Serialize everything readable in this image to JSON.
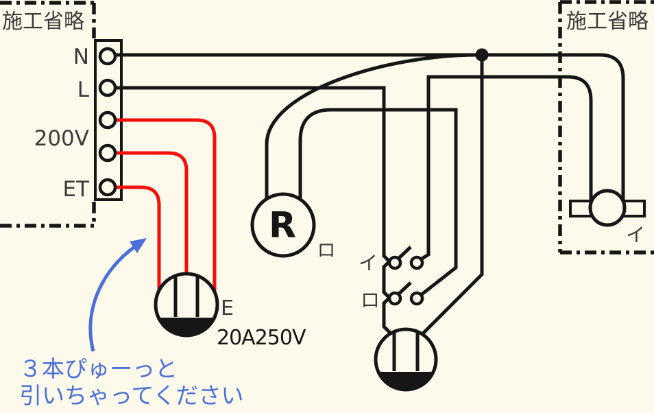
{
  "colors": {
    "background": "#fdf9eb",
    "ink": "#161616",
    "wire_red": "#f2100c",
    "annotation_blue": "#4a6fd8",
    "label_gray": "#3b3b3b"
  },
  "left_omission_box": {
    "caption": "施工省略"
  },
  "right_omission_box": {
    "caption": "施工省略",
    "fixture_label": "イ"
  },
  "power_terminals": {
    "neutral": "N",
    "line": "L",
    "v200": "200V",
    "earth": "ET"
  },
  "lamp_receptacle": {
    "letter": "R",
    "circuit_label": "ロ"
  },
  "outlet_200v": {
    "earth_mark": "E",
    "rating": "20A250V"
  },
  "switches": {
    "switch1_label": "イ",
    "switch2_label": "ロ"
  },
  "annotation": {
    "line1": "３本ぴゅーっと",
    "line2": "引いちゃってください"
  }
}
